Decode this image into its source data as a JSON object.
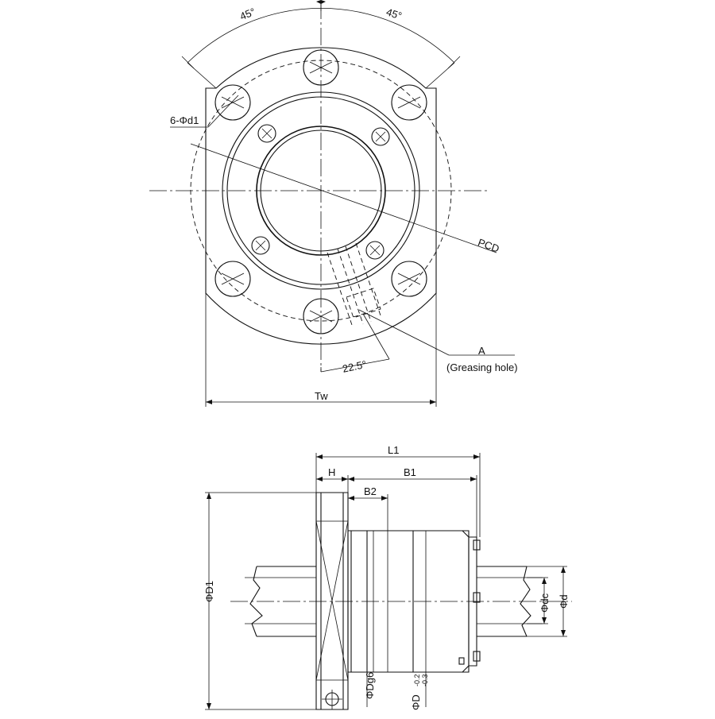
{
  "front_view": {
    "angle_left": "45°",
    "angle_right": "45°",
    "bolt_holes": "6-Φd1",
    "pcd": "PCD",
    "angle_greasing": "22.5°",
    "greasing_letter": "A",
    "greasing_desc": "(Greasing hole)",
    "width": "Tw"
  },
  "side_view": {
    "length": "L1",
    "flange": "H",
    "body": "B1",
    "b2": "B2",
    "flange_dia": "ΦD1",
    "dg": "ΦDg6",
    "d_outer": "ΦD",
    "tol_upper": "-0.2",
    "tol_lower": "-0.3",
    "dc": "Φdc",
    "d": "Φd"
  }
}
